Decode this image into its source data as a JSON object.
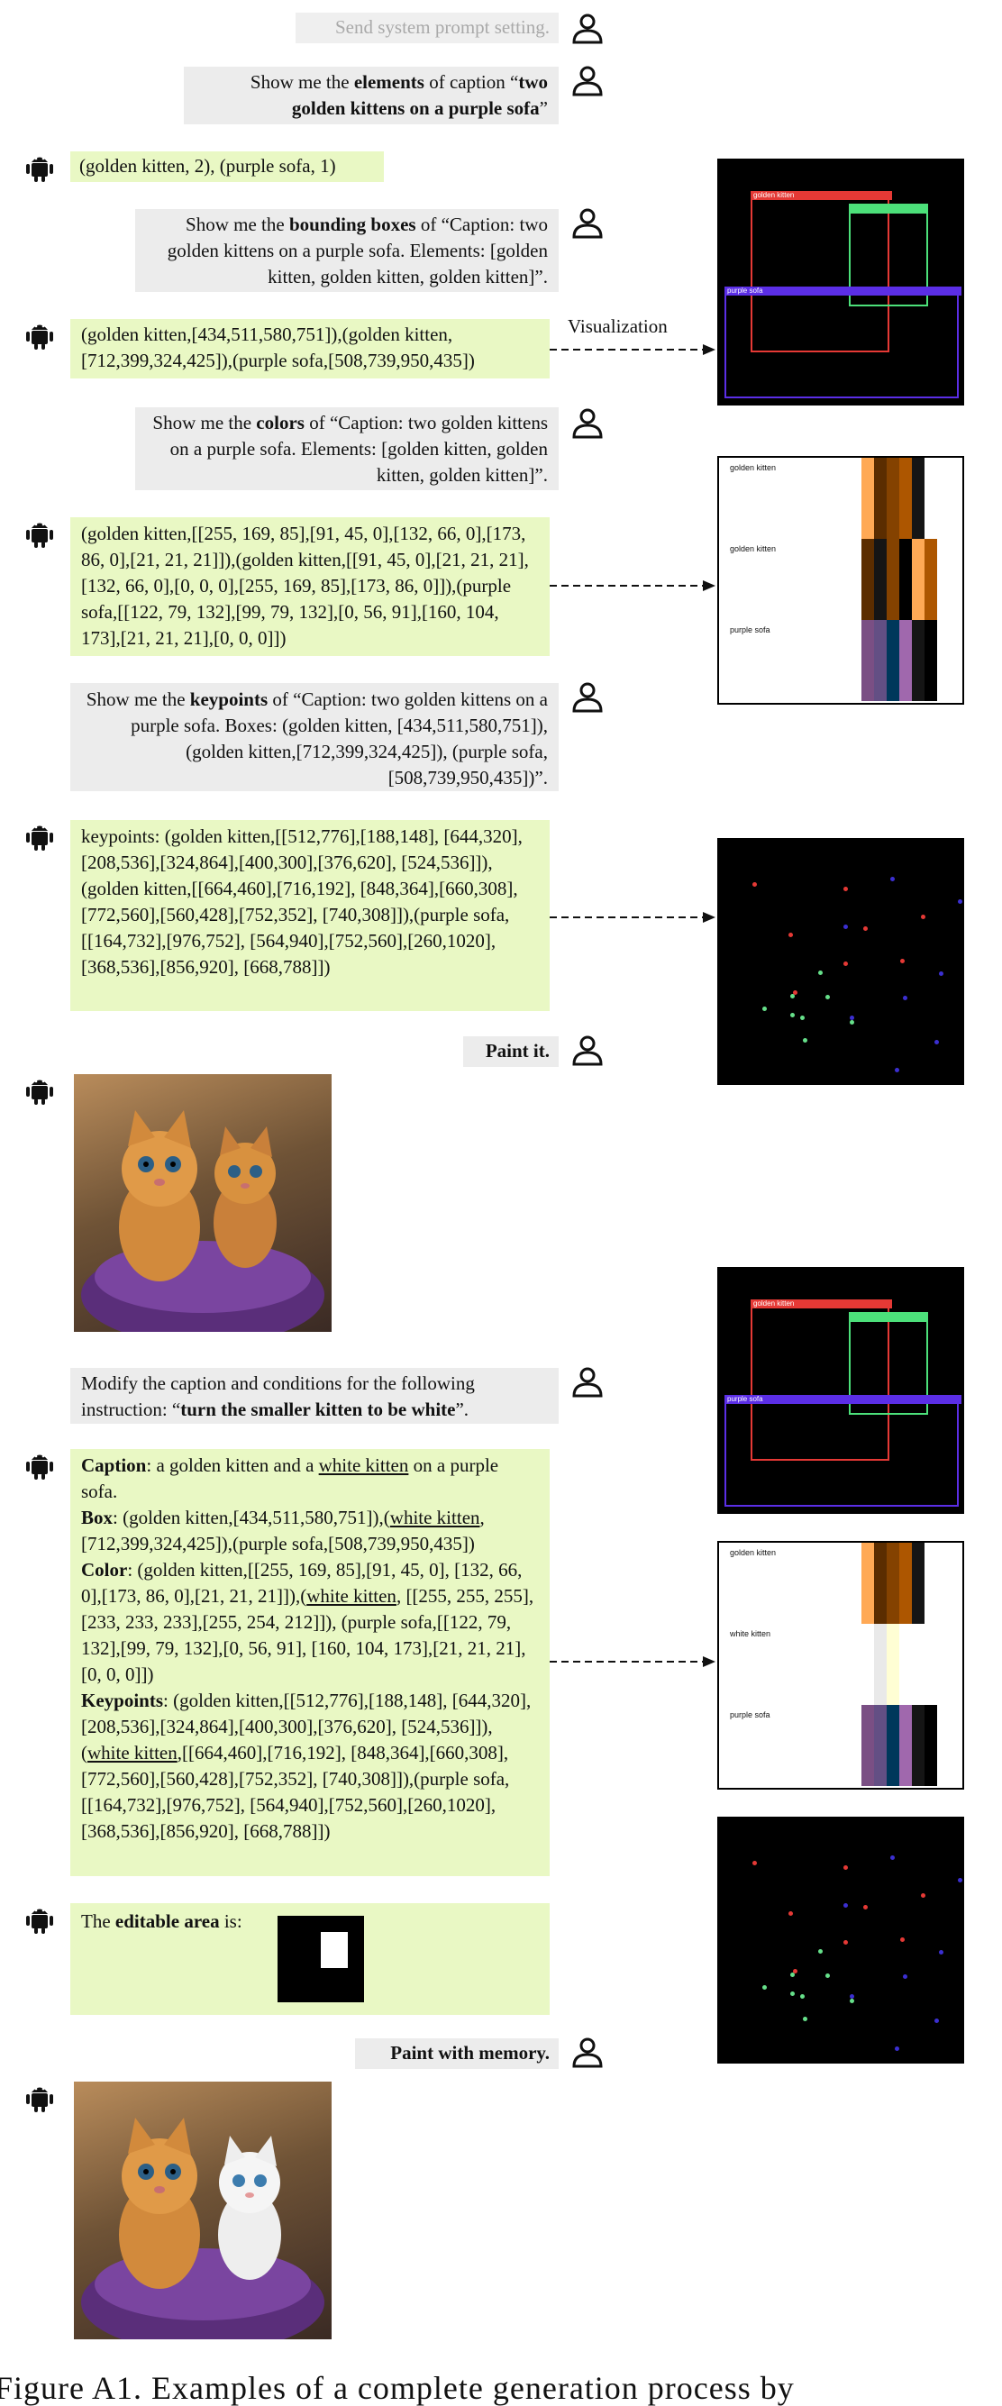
{
  "messages": [
    {
      "role": "user",
      "text": "Send system prompt setting."
    },
    {
      "role": "user",
      "text": "Show me the elements of caption “two golden kittens on a purple sofa”"
    },
    {
      "role": "bot",
      "text": "(golden kitten, 2), (purple sofa, 1)"
    },
    {
      "role": "user",
      "text": "Show me the bounding boxes of “Caption: two golden kittens on a purple sofa. Elements: [golden kitten, golden kitten, golden kitten]”."
    },
    {
      "role": "bot",
      "text": "(golden kitten,[434,511,580,751]),(golden kitten, [712,399,324,425]),(purple sofa,[508,739,950,435])"
    },
    {
      "role": "user",
      "text": "Show me the colors of “Caption: two golden kittens on a purple sofa. Elements: [golden kitten, golden kitten, golden kitten]”."
    },
    {
      "role": "bot",
      "text": "(golden kitten,[[255, 169, 85],[91, 45, 0],[132, 66, 0],[173, 86, 0],[21, 21, 21]]),(golden kitten,[[91, 45, 0],[21, 21, 21],[132, 66, 0],[0, 0, 0],[255, 169, 85],[173, 86, 0]]),(purple sofa,[[122, 79, 132],[99, 79, 132],[0, 56, 91],[160, 104, 173],[21, 21, 21],[0, 0, 0]])"
    },
    {
      "role": "user",
      "text": "Show me the keypoints of “Caption: two golden kittens on a purple sofa. Boxes: (golden kitten, [434,511,580,751]),(golden kitten,[712,399,324,425]), (purple sofa,[508,739,950,435])”."
    },
    {
      "role": "bot",
      "text": "keypoints: (golden kitten,[[512,776],[188,148], [644,320],[208,536],[324,864],[400,300],[376,620], [524,536]]),(golden kitten,[[664,460],[716,192], [848,364],[660,308],[772,560],[560,428],[752,352], [740,308]]),(purple sofa,[[164,732],[976,752], [564,940],[752,560],[260,1020],[368,536],[856,920], [668,788]])"
    },
    {
      "role": "user",
      "text": "Paint it."
    },
    {
      "role": "user",
      "text": "Modify the caption and conditions for the following instruction: “turn the smaller kitten to be white”."
    },
    {
      "role": "bot",
      "text": "Caption: a golden kitten and a white kitten on a purple sofa. Box: (golden kitten,[434,511,580,751]),(white kitten, [712,399,324,425]),(purple sofa,[508,739,950,435]) Color: (golden kitten,[[255, 169, 85],[91, 45, 0], [132, 66, 0],[173, 86, 0],[21, 21, 21]]),(white kitten, [[255, 255, 255], [233, 233, 233],[255, 254, 212]]), (purple sofa,[[122, 79, 132],[99, 79, 132],[0, 56, 91], [160, 104, 173],[21, 21, 21],[0, 0, 0]]) Keypoints: (golden kitten,[[512,776],[188,148], [644,320],[208,536],[324,864],[400,300],[376,620], [524,536]]),(white kitten,[[664,460],[716,192], [848,364],[660,308],[772,560],[560,428],[752,352], [740,308]]),(purple sofa,[[164,732],[976,752], [564,940],[752,560],[260,1020],[368,536],[856,920], [668,788]])"
    },
    {
      "role": "bot",
      "text": "The editable area is:"
    },
    {
      "role": "user",
      "text": "Paint with memory."
    }
  ],
  "bold_words": {
    "elements": "elements",
    "caption_q": "two golden kittens on a purple sofa",
    "bounding_boxes": "bounding boxes",
    "colors": "colors",
    "keypoints": "keypoints",
    "instruction": "turn the smaller kitten to be white",
    "caption_lbl": "Caption",
    "box_lbl": "Box",
    "color_lbl": "Color",
    "kp_lbl": "Keypoints",
    "editable": "editable area",
    "paint": "Paint it.",
    "paint_mem": "Paint with memory."
  },
  "visualization_label": "Visualization",
  "box_labels": {
    "golden": "golden kitten",
    "sofa": "purple sofa"
  },
  "palette_labels": {
    "golden": "golden kitten",
    "white": "white kitten",
    "sofa": "purple sofa"
  },
  "colors": {
    "user_bubble": "#ececec",
    "bot_bubble": "#e9f8c4",
    "box_red": "#e53935",
    "box_green": "#4ce07a",
    "box_purple": "#5b2ee6",
    "kp_red": "#e53935",
    "kp_green": "#66e08a",
    "kp_blue": "#3b2fd1"
  },
  "footer_caption": "Figure A1. Examples of a complete generation process by"
}
